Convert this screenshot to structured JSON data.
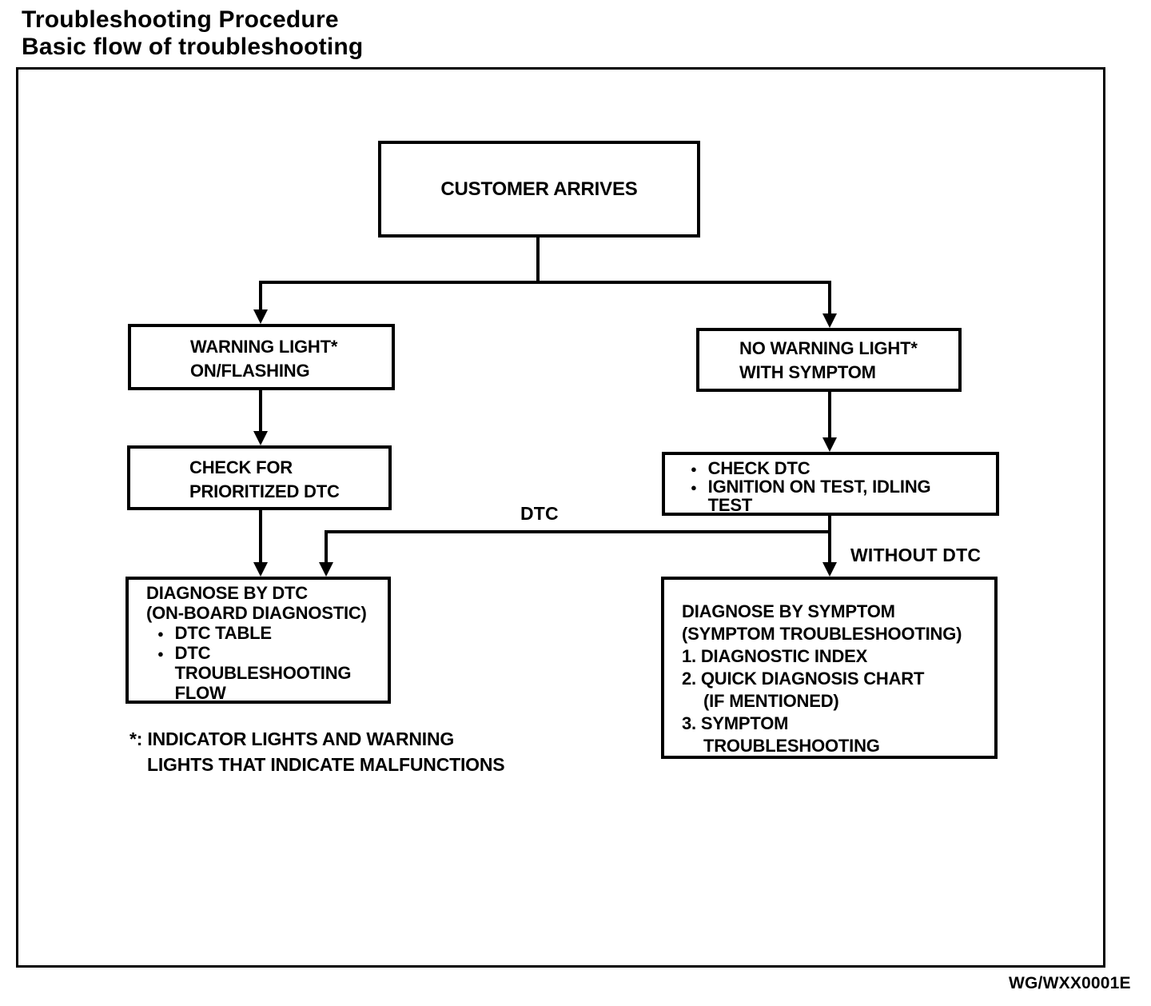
{
  "page": {
    "title_line1": "Troubleshooting Procedure",
    "title_line2": "Basic flow of troubleshooting",
    "figure_code": "WG/WXX0001E",
    "ink_color": "#000000",
    "paper_color": "#ffffff"
  },
  "flowchart": {
    "bullet_char": "●",
    "customer_arrives": {
      "label": "CUSTOMER ARRIVES"
    },
    "warning_light": {
      "lines": [
        "WARNING LIGHT*",
        "ON/FLASHING"
      ]
    },
    "no_warning_light": {
      "lines": [
        "NO WARNING LIGHT*",
        "WITH SYMPTOM"
      ]
    },
    "check_prioritized": {
      "lines": [
        "CHECK FOR",
        "PRIORITIZED DTC"
      ]
    },
    "check_dtc": {
      "bullets": [
        {
          "lines": [
            "CHECK DTC"
          ]
        },
        {
          "lines": [
            "IGNITION ON TEST, IDLING",
            "TEST"
          ]
        }
      ]
    },
    "diagnose_by_dtc": {
      "lines": [
        "DIAGNOSE BY DTC",
        "(ON-BOARD DIAGNOSTIC)"
      ],
      "bullets": [
        {
          "lines": [
            "DTC TABLE"
          ]
        },
        {
          "lines": [
            "DTC",
            "TROUBLESHOOTING",
            "FLOW"
          ]
        }
      ]
    },
    "diagnose_by_symptom": {
      "lines": [
        "DIAGNOSE BY SYMPTOM",
        "(SYMPTOM TROUBLESHOOTING)"
      ],
      "items": [
        {
          "lines": [
            "1. DIAGNOSTIC INDEX"
          ]
        },
        {
          "lines": [
            "2. QUICK DIAGNOSIS CHART",
            "(IF MENTIONED)"
          ]
        },
        {
          "lines": [
            "3. SYMPTOM",
            "TROUBLESHOOTING"
          ]
        }
      ]
    },
    "edge_labels": {
      "dtc": "DTC",
      "without_dtc": "WITHOUT DTC"
    },
    "footnote": {
      "lines": [
        "*: INDICATOR LIGHTS AND WARNING",
        "LIGHTS THAT INDICATE MALFUNCTIONS"
      ]
    }
  }
}
